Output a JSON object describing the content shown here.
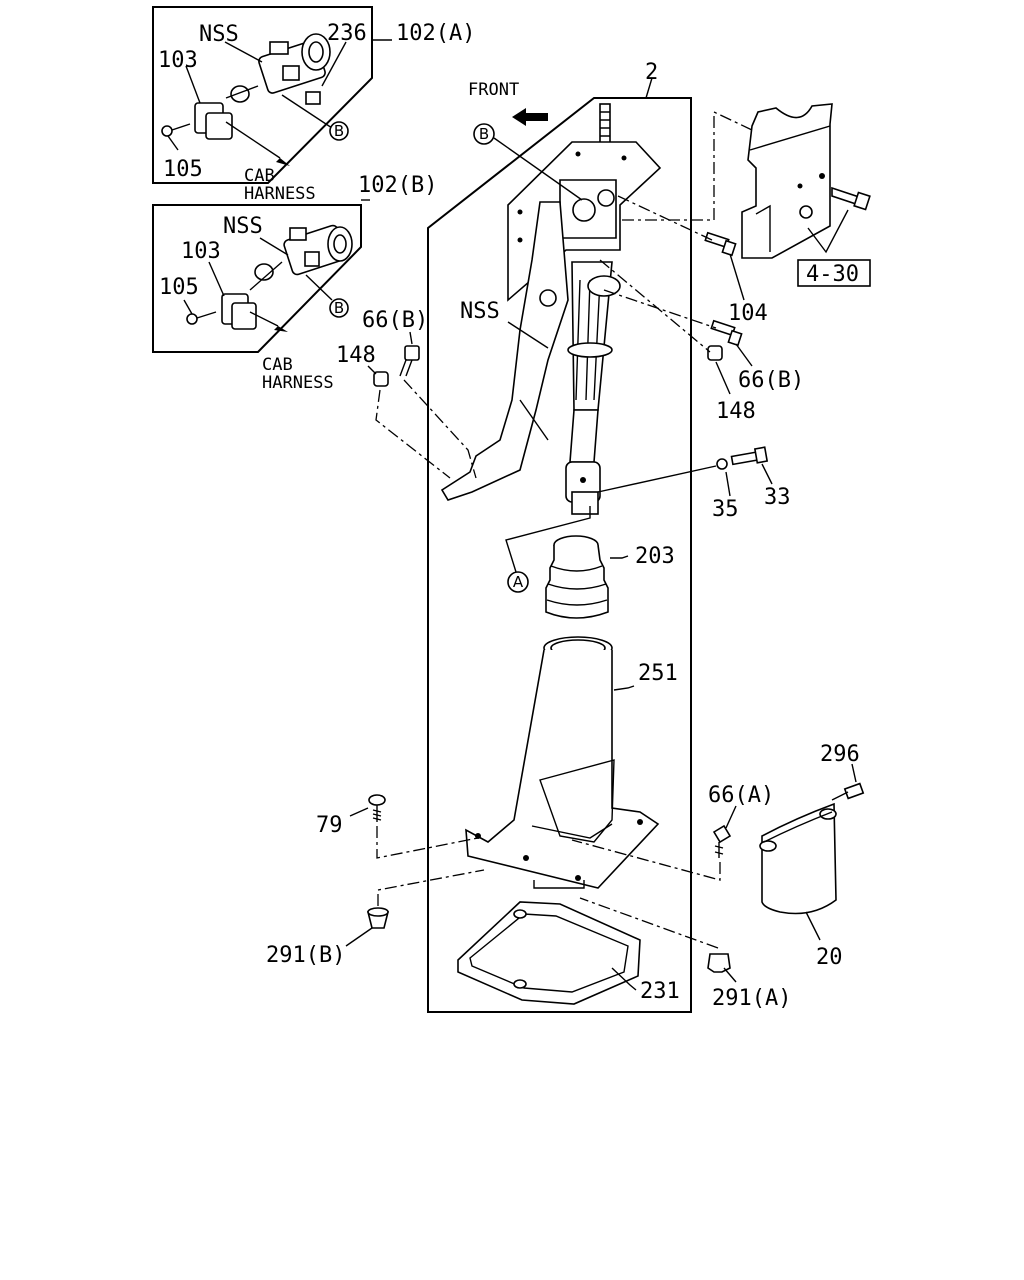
{
  "labels": {
    "nss_a": "NSS",
    "p236": "236",
    "p102a": "102(A)",
    "p103_a": "103",
    "p105_a": "105",
    "cab_a1": "CAB",
    "cab_a2": "HARNESS",
    "p102b": "102(B)",
    "nss_b": "NSS",
    "p103_b": "103",
    "p105_b": "105",
    "cab_b1": "CAB",
    "cab_b2": "HARNESS",
    "front": "FRONT",
    "p2": "2",
    "p430": "4-30",
    "p104": "104",
    "p66b_r": "66(B)",
    "p148_r": "148",
    "p66b_l": "66(B)",
    "p148_l": "148",
    "nss_main": "NSS",
    "p33": "33",
    "p35": "35",
    "p203": "203",
    "p251": "251",
    "p296": "296",
    "p66a": "66(A)",
    "p79": "79",
    "p20": "20",
    "p291b": "291(B)",
    "p291a": "291(A)",
    "p231": "231"
  },
  "refs": {
    "b1": "B",
    "b2": "B",
    "b3": "B",
    "a1": "A"
  }
}
